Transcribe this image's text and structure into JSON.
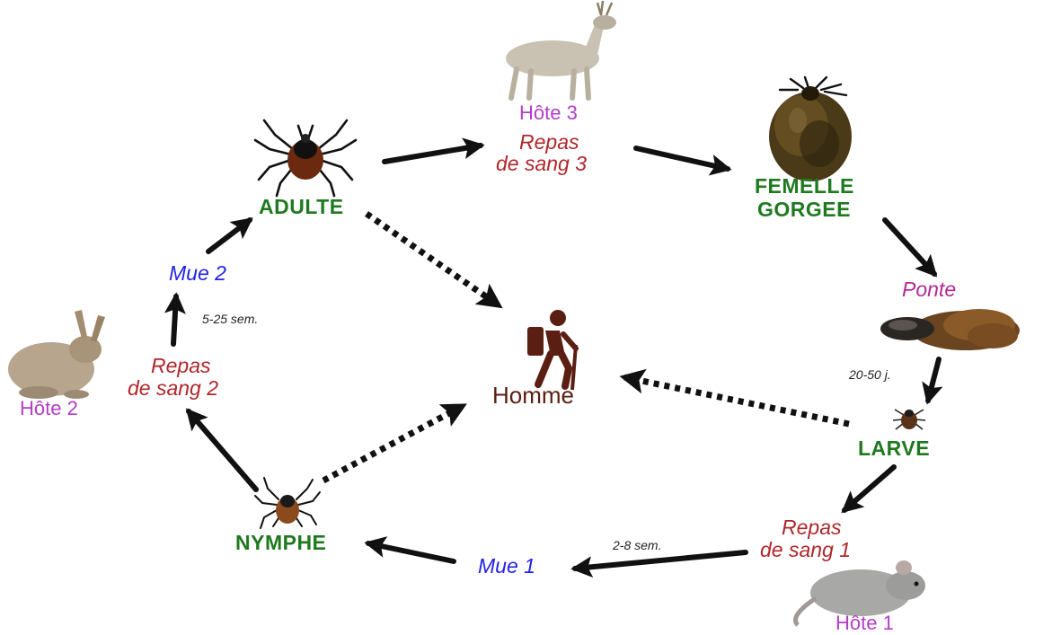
{
  "colors": {
    "stage": "#1f7a1f",
    "host": "#b43cc8",
    "blood_meal": "#b0262a",
    "moult": "#2323e6",
    "ponte": "#b42896",
    "human": "#5a1e12",
    "arrow": "#111111"
  },
  "stages": {
    "adulte": "ADULTE",
    "femelle": "FEMELLE",
    "gorgee": "GORGEE",
    "larve": "LARVE",
    "nymphe": "NYMPHE"
  },
  "hosts": {
    "host1": "Hôte 1",
    "host2": "Hôte 2",
    "host3": "Hôte 3"
  },
  "meals": {
    "meal1_line1": "Repas",
    "meal1_line2": "de sang 1",
    "meal2_line1": "Repas",
    "meal2_line2": "de sang 2",
    "meal3_line1": "Repas",
    "meal3_line2": "de sang 3"
  },
  "moults": {
    "mue1": "Mue 1",
    "mue2": "Mue 2"
  },
  "ponte": "Ponte",
  "durations": {
    "d_ponte": "20-50 j.",
    "d_mue1": "2-8 sem.",
    "d_mue2": "5-25 sem."
  },
  "center": {
    "label": "Homme",
    "icon": "hiker-icon"
  },
  "icons": [
    "tick-adult-icon",
    "engorged-tick-icon",
    "egg-mass-icon",
    "tick-larva-icon",
    "tick-nymph-icon",
    "deer-icon",
    "hare-icon",
    "mouse-icon",
    "hiker-icon"
  ]
}
